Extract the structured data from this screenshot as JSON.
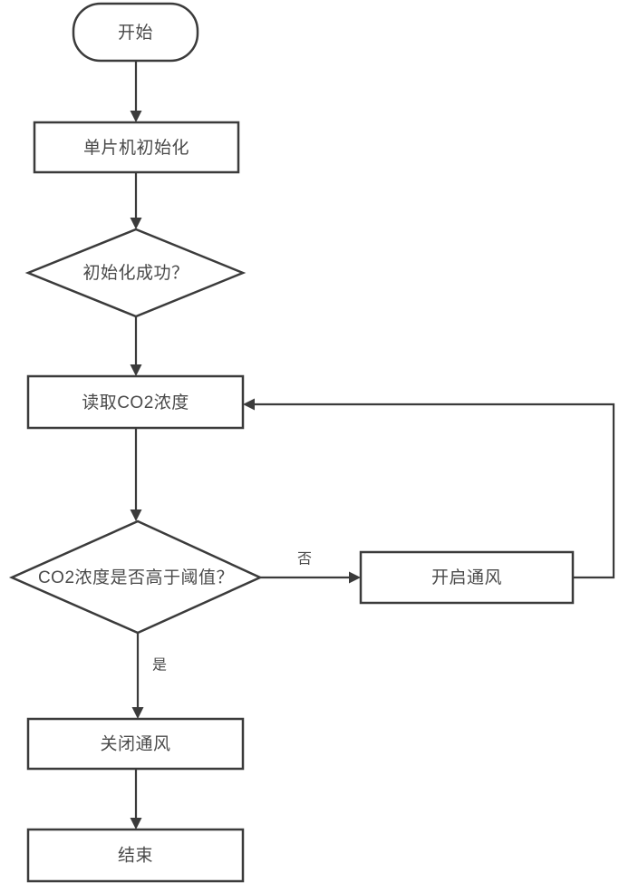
{
  "diagram": {
    "type": "flowchart",
    "title": "CO2 ventilation control flow",
    "colors": {
      "stroke": "#3b3b3b",
      "text": "#4a4a4a",
      "background": "#ffffff"
    },
    "nodes": [
      {
        "id": "start",
        "shape": "rounded-rect",
        "label": "开始"
      },
      {
        "id": "init",
        "shape": "rect",
        "label": "单片机初始化"
      },
      {
        "id": "init-check",
        "shape": "diamond",
        "label": "初始化成功？"
      },
      {
        "id": "read-co2",
        "shape": "rect",
        "label": "读取CO2浓度"
      },
      {
        "id": "co2-check",
        "shape": "diamond",
        "label": "CO2浓度是否高于阈值？"
      },
      {
        "id": "open-vent",
        "shape": "rect",
        "label": "开启通风"
      },
      {
        "id": "close-vent",
        "shape": "rect",
        "label": "关闭通风"
      },
      {
        "id": "end",
        "shape": "rect",
        "label": "结束"
      }
    ],
    "edges": [
      {
        "from": "start",
        "to": "init",
        "label": ""
      },
      {
        "from": "init",
        "to": "init-check",
        "label": ""
      },
      {
        "from": "init-check",
        "to": "read-co2",
        "label": ""
      },
      {
        "from": "read-co2",
        "to": "co2-check",
        "label": ""
      },
      {
        "from": "co2-check",
        "to": "open-vent",
        "label": "否"
      },
      {
        "from": "co2-check",
        "to": "close-vent",
        "label": "是"
      },
      {
        "from": "close-vent",
        "to": "end",
        "label": ""
      },
      {
        "from": "open-vent",
        "to": "read-co2",
        "label": ""
      }
    ]
  }
}
